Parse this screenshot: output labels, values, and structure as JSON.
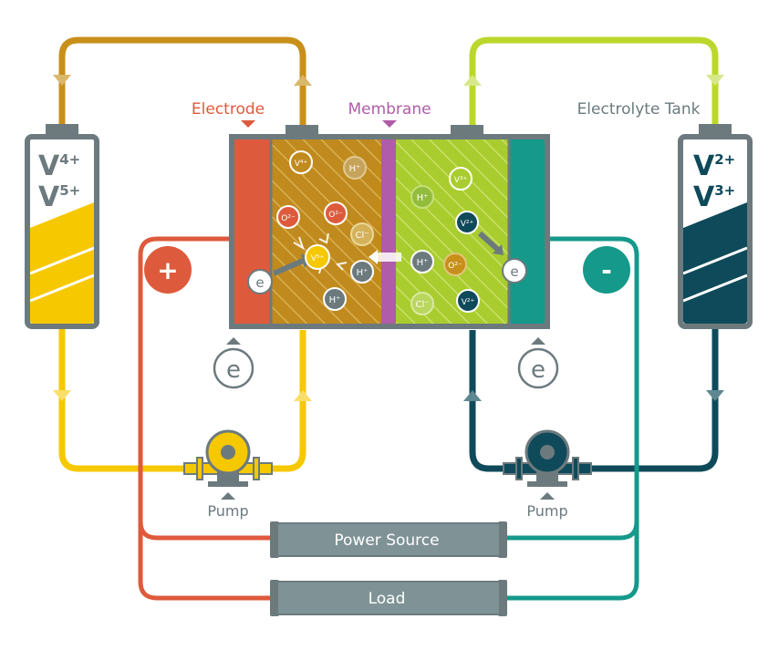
{
  "labels": {
    "electrode": "Electrode",
    "membrane": "Membrane",
    "tank": "Electrolyte Tank",
    "pump_left": "Pump",
    "pump_right": "Pump",
    "power_source": "Power Source",
    "load": "Load",
    "positive": "+",
    "negative": "-",
    "electron": "e"
  },
  "left_tank": {
    "line1_base": "V",
    "line1_sup": "4+",
    "line2_base": "V",
    "line2_sup": "5+"
  },
  "right_tank": {
    "line1_base": "V",
    "line1_sup": "2+",
    "line2_base": "V",
    "line2_sup": "3+"
  },
  "ions": {
    "v4": "V⁴⁺",
    "h_top": "H⁺",
    "o2_a": "O²⁻",
    "o2_b": "O²⁻",
    "cl_left": "Cl⁻",
    "v5": "V⁵⁺",
    "h_mid": "H⁺",
    "h_low": "H⁺",
    "h_right_top": "H⁺",
    "v3": "V³⁺",
    "v2_a": "V²⁺",
    "h_right_mid": "H⁺",
    "o2_right": "O²⁻",
    "cl_right": "Cl⁻",
    "v2_b": "V²⁺"
  },
  "colors": {
    "copper": "#c8901a",
    "lime": "#bcd72b",
    "yellow": "#f6c800",
    "red": "#de5a3c",
    "teal": "#14998a",
    "navy": "#0f4a5a",
    "grey": "#6c7a7e",
    "purple": "#b05ca8",
    "pink": "#b44e9c"
  }
}
